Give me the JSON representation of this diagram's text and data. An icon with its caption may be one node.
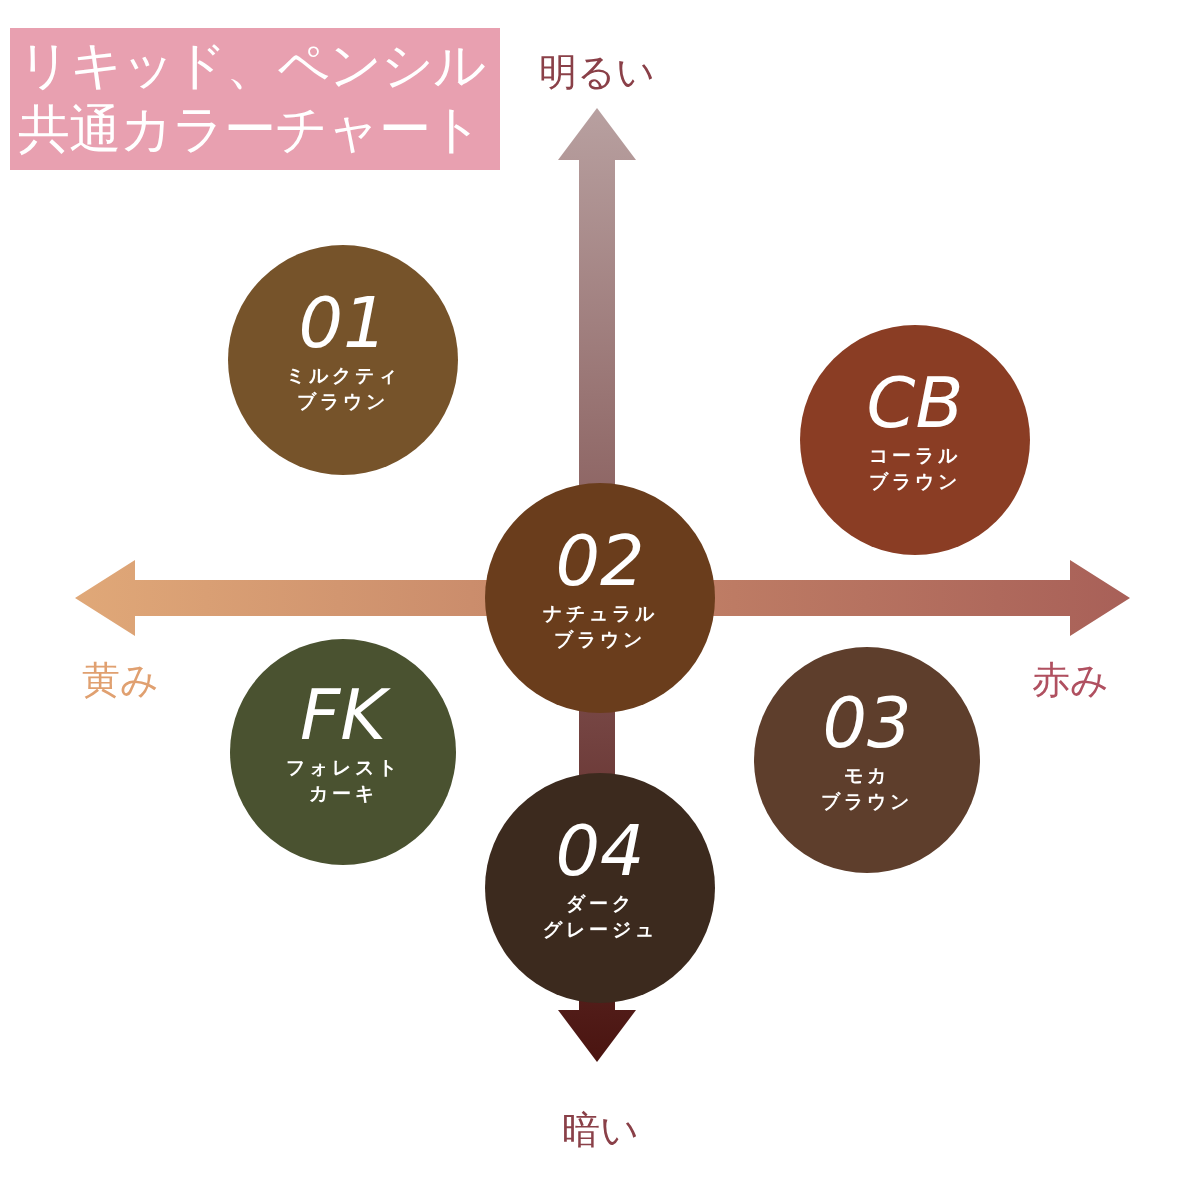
{
  "diagram": {
    "title": "リキッド、ペンシル共通カラーチャート",
    "nodes": [
      {
        "text": [
          "01",
          "ミルクティブラウン"
        ]
      },
      {
        "text": [
          "CB",
          "コーラルブラウン"
        ]
      },
      {
        "text": [
          "02",
          "ナチュラルブラウン"
        ]
      },
      {
        "text": [
          "FK",
          "フォレストカーキ"
        ]
      },
      {
        "text": [
          "03",
          "モカブラウン"
        ]
      },
      {
        "text": [
          "04",
          "ダークグレージュ"
        ]
      }
    ],
    "labels": [
      "明るい",
      "黄み",
      "赤み",
      "暗い"
    ]
  }
}
